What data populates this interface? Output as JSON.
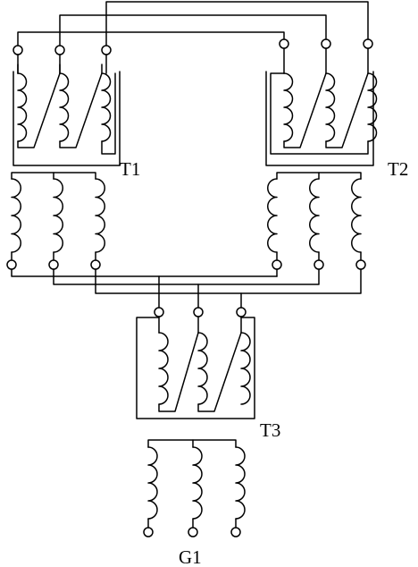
{
  "diagram": {
    "labels": {
      "t1": "T1",
      "t2": "T2",
      "t3": "T3",
      "g1": "G1"
    },
    "colors": {
      "stroke": "#000000",
      "background": "#ffffff"
    }
  }
}
